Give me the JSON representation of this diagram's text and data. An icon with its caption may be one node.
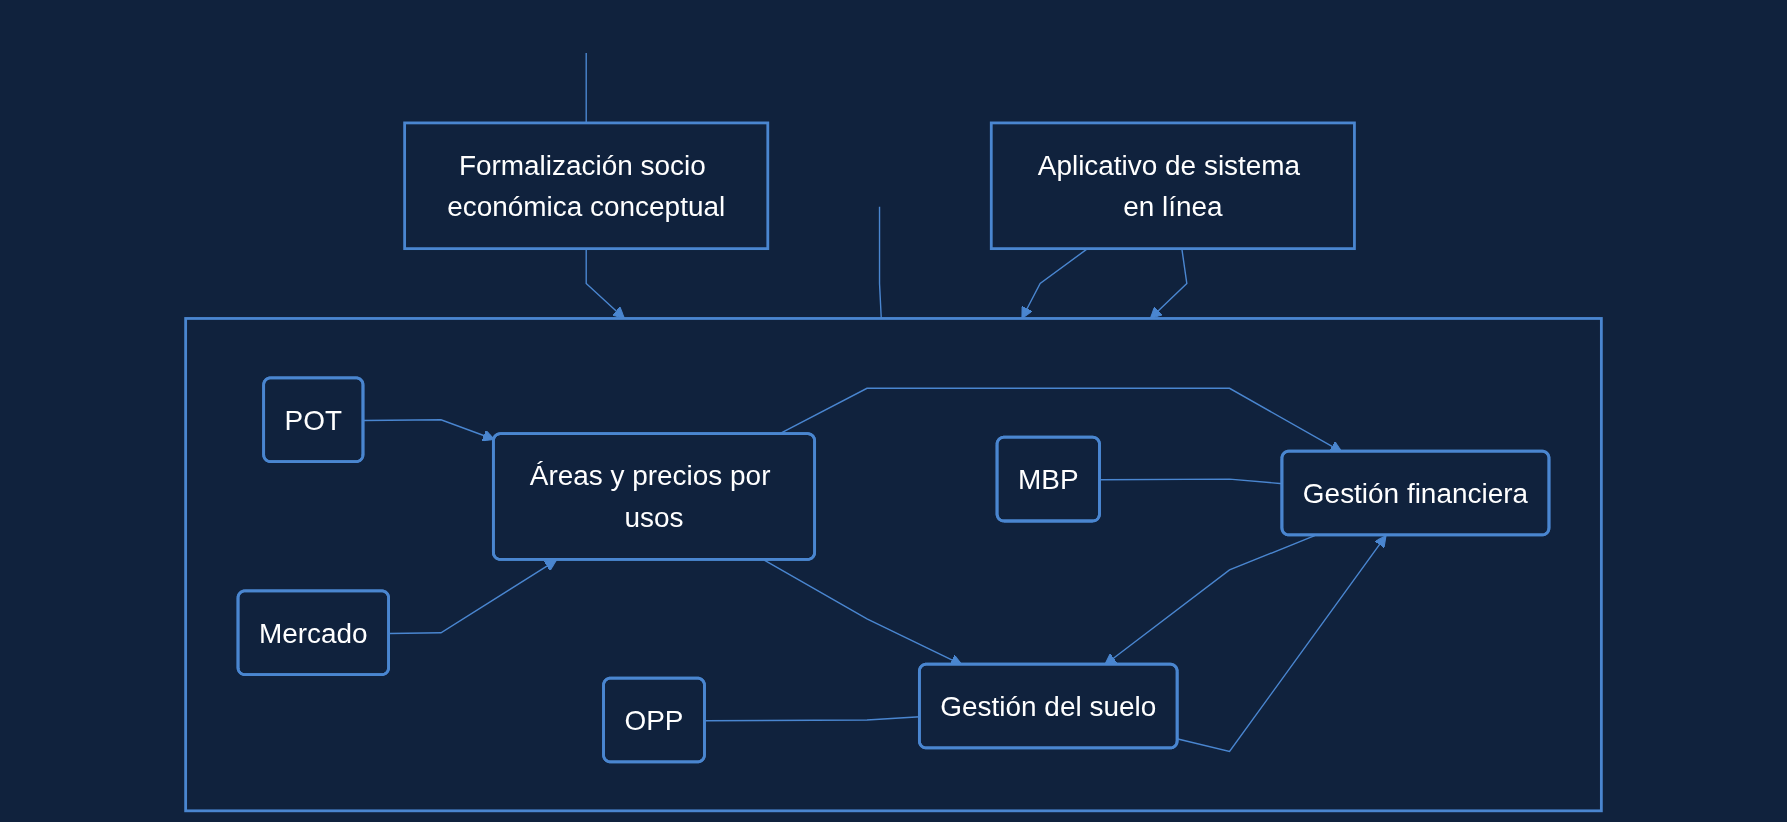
{
  "diagram": {
    "nodes": [
      {
        "text": [
          "Formalización socio económica conceptual"
        ]
      },
      {
        "text": [],
        "shape": "box"
      },
      {
        "text": [
          "POT"
        ],
        "in": 1
      },
      {
        "text": [
          "Mercado"
        ],
        "in": 1
      },
      {
        "text": [
          "Áreas y precios por usos"
        ],
        "in": 1
      },
      {
        "text": [
          "Gestión del suelo"
        ],
        "in": 1
      },
      {
        "text": [
          "Gestión financiera"
        ],
        "in": 1
      },
      {
        "text": [
          "OPP"
        ],
        "in": 1
      },
      {
        "text": [
          "MBP"
        ],
        "in": 1
      },
      {
        "text": [
          "Aplicativo de sistema en línea"
        ]
      }
    ],
    "edges": [
      {
        "from": null,
        "to": 0,
        "arrow": "none"
      },
      {
        "from": 0,
        "to": 1,
        "arrow": "to"
      },
      {
        "from": null,
        "to": 1,
        "arrow": "none"
      },
      {
        "from": 2,
        "to": 4,
        "arrow": "to"
      },
      {
        "from": 3,
        "to": 4,
        "arrow": "to"
      },
      {
        "from": 4,
        "to": 5,
        "arrow": "to"
      },
      {
        "from": 4,
        "to": 6,
        "arrow": "to"
      },
      {
        "from": 5,
        "to": 6,
        "arrow": "to"
      },
      {
        "from": 6,
        "to": 5,
        "arrow": "to"
      },
      {
        "from": 7,
        "to": 5,
        "arrow": "none"
      },
      {
        "from": 8,
        "to": 6,
        "arrow": "none"
      },
      {
        "from": 9,
        "to": 1,
        "arrow": "to"
      },
      {
        "from": 9,
        "to": 1,
        "arrow": "to"
      }
    ]
  }
}
